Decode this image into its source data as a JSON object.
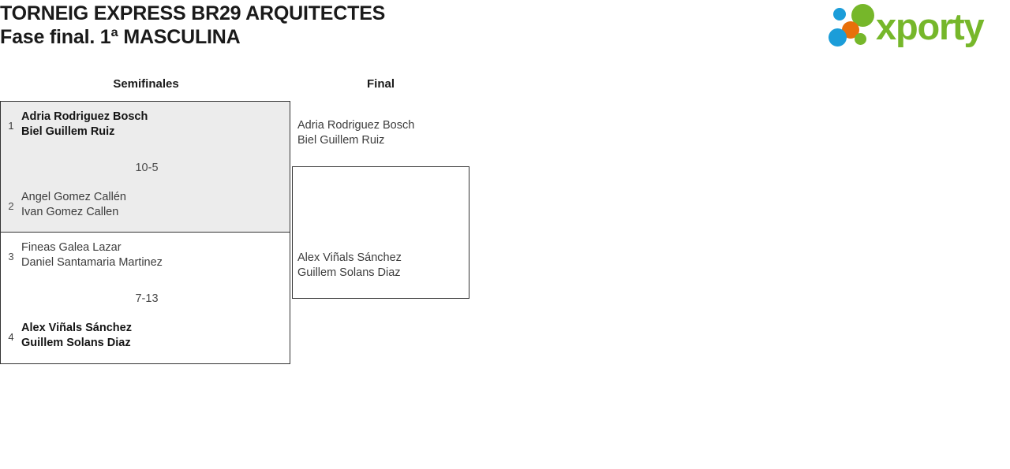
{
  "header": {
    "title_line_1": "TORNEIG EXPRESS BR29 ARQUITECTES",
    "title_line_2": "Fase final. 1ª MASCULINA",
    "logo": {
      "wordmark": "xporty",
      "colors": {
        "green": "#76b72a",
        "blue": "#1b9dd9",
        "orange": "#e8700a"
      }
    }
  },
  "bracket": {
    "rounds": [
      {
        "label": "Semifinales"
      },
      {
        "label": "Final"
      }
    ],
    "semifinals": [
      {
        "score": "10-5",
        "highlighted": true,
        "teams": [
          {
            "seed": "1",
            "winner": true,
            "player_1": "Adria Rodriguez Bosch",
            "player_2": "Biel Guillem Ruiz"
          },
          {
            "seed": "2",
            "winner": false,
            "player_1": "Angel Gomez Callén",
            "player_2": "Ivan Gomez Callen"
          }
        ]
      },
      {
        "score": "7-13",
        "highlighted": false,
        "teams": [
          {
            "seed": "3",
            "winner": false,
            "player_1": "Fineas Galea Lazar",
            "player_2": "Daniel Santamaria Martinez"
          },
          {
            "seed": "4",
            "winner": true,
            "player_1": "Alex Viñals Sánchez",
            "player_2": "Guillem Solans Diaz"
          }
        ]
      }
    ],
    "final": {
      "score": "",
      "teams": [
        {
          "winner": false,
          "player_1": "Adria Rodriguez Bosch",
          "player_2": "Biel Guillem Ruiz"
        },
        {
          "winner": false,
          "player_1": "Alex Viñals Sánchez",
          "player_2": "Guillem Solans Diaz"
        }
      ]
    }
  }
}
